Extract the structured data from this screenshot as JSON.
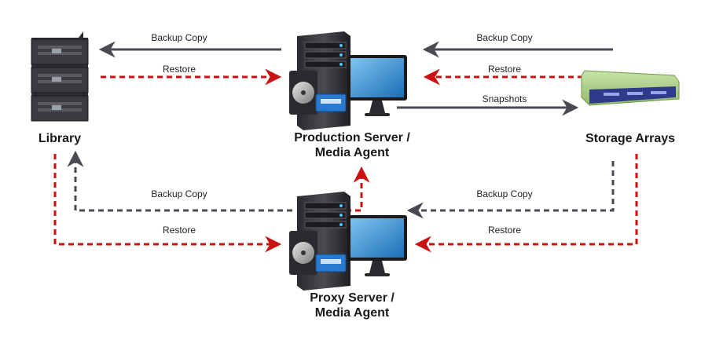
{
  "nodes": {
    "library": {
      "label": "Library"
    },
    "production_server": {
      "label_line1": "Production Server /",
      "label_line2": "Media Agent"
    },
    "storage_arrays": {
      "label": "Storage Arrays"
    },
    "proxy_server": {
      "label_line1": "Proxy Server /",
      "label_line2": "Media Agent"
    }
  },
  "edges": {
    "backup_copy_prod_to_library": "Backup Copy",
    "restore_library_to_prod": "Restore",
    "backup_copy_storage_to_prod": "Backup Copy",
    "restore_storage_to_prod": "Restore",
    "snapshots_prod_to_storage": "Snapshots",
    "backup_copy_proxy_to_library": "Backup Copy",
    "restore_library_to_proxy": "Restore",
    "backup_copy_storage_to_proxy": "Backup Copy",
    "restore_storage_to_proxy": "Restore"
  },
  "colors": {
    "backup_line": "#4a4a52",
    "restore_line": "#cc1111",
    "snapshot_line": "#4a4a52"
  }
}
